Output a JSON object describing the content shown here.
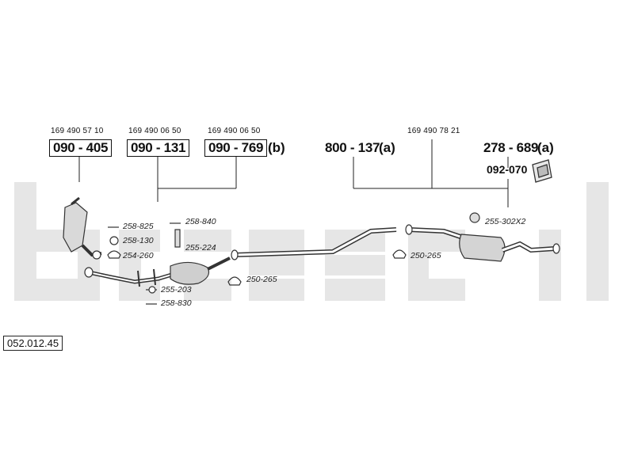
{
  "colors": {
    "ink": "#111111",
    "watermark": "#e6e6e6",
    "part_fill": "#d9d9d9",
    "part_dark": "#8a8a8a"
  },
  "diagram_code": "052.012.45",
  "groups": [
    {
      "oem": "169 490 57 10",
      "part": "090 - 405",
      "suffix": ""
    },
    {
      "oem": "169 490 06 50",
      "part": "090 - 131",
      "suffix": ""
    },
    {
      "oem": "169 490 06 50",
      "part": "090 - 769",
      "suffix": "(b)"
    }
  ],
  "rear": {
    "oem": "169 490 78 21",
    "middle_part": "800 - 137",
    "middle_suffix": "(a)",
    "rear_part": "278 - 689",
    "rear_suffix": "(a)",
    "mounting_kit": "092-070"
  },
  "fittings": {
    "f1": "258-825",
    "f2": "258-840",
    "f3": "258-130",
    "f4": "255-224",
    "f5": "254-260",
    "f6": "250-265",
    "f7": "255-203",
    "f8": "258-830",
    "f9": "250-265",
    "f10": "255-302X2"
  },
  "icons": {
    "watermark": "brand-watermark",
    "mounting_kit": "mounting-kit-icon",
    "clamp": "clamp-icon",
    "gasket": "gasket-ring-icon",
    "bolt": "bolt-icon",
    "rubber_mount": "rubber-mount-icon"
  }
}
